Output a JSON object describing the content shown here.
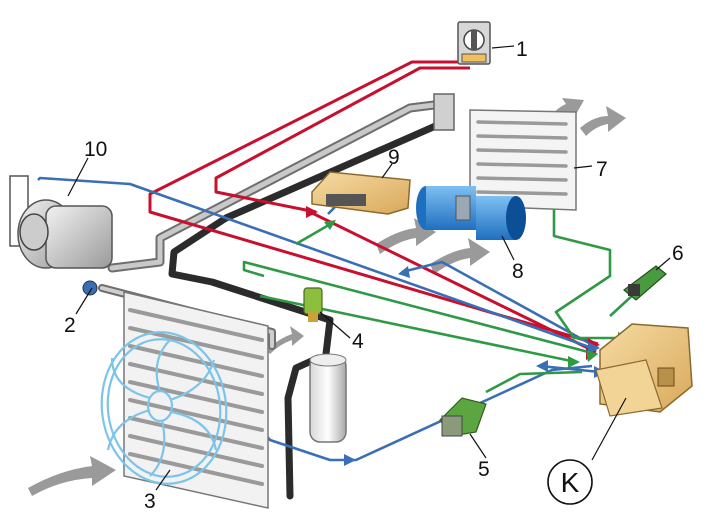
{
  "colors": {
    "red_wire": "#c8102e",
    "blue_wire": "#3a6fb5",
    "green_wire": "#2e9a45",
    "pipe": "#8c8c8c",
    "hose": "#333333",
    "module": "#e9c07a",
    "fan": "#7cc4ea",
    "blower": "#3b8fd9",
    "arrow": "#9a9a9a"
  },
  "callouts": [
    {
      "id": "1",
      "label": "1"
    },
    {
      "id": "2",
      "label": "2"
    },
    {
      "id": "3",
      "label": "3"
    },
    {
      "id": "4",
      "label": "4"
    },
    {
      "id": "5",
      "label": "5"
    },
    {
      "id": "6",
      "label": "6"
    },
    {
      "id": "7",
      "label": "7"
    },
    {
      "id": "8",
      "label": "8"
    },
    {
      "id": "9",
      "label": "9"
    },
    {
      "id": "10",
      "label": "10"
    }
  ],
  "circle_label": "K",
  "icons": [
    "compressor-icon",
    "condenser-icon",
    "fan-icon",
    "receiver-drier-icon",
    "sensor-icon",
    "evaporator-icon",
    "blower-icon",
    "ecu-icon",
    "control-module-icon",
    "temperature-control-icon",
    "airflow-arrow-icon"
  ]
}
